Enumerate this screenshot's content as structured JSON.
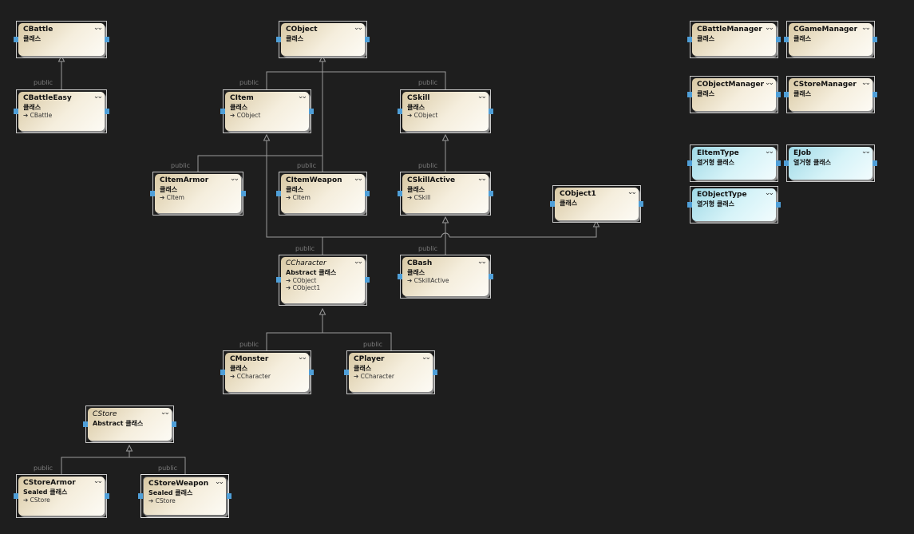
{
  "diagram": {
    "classes": [
      {
        "id": "CBattle",
        "name": "CBattle",
        "kind": "클래스",
        "bases": [],
        "abstract": false,
        "enum": false
      },
      {
        "id": "CBattleEasy",
        "name": "CBattleEasy",
        "kind": "클래스",
        "bases": [
          "CBattle"
        ],
        "abstract": false,
        "enum": false
      },
      {
        "id": "CObject",
        "name": "CObject",
        "kind": "클래스",
        "bases": [],
        "abstract": false,
        "enum": false
      },
      {
        "id": "CItem",
        "name": "CItem",
        "kind": "클래스",
        "bases": [
          "CObject"
        ],
        "abstract": false,
        "enum": false
      },
      {
        "id": "CSkill",
        "name": "CSkill",
        "kind": "클래스",
        "bases": [
          "CObject"
        ],
        "abstract": false,
        "enum": false
      },
      {
        "id": "CItemArmor",
        "name": "CItemArmor",
        "kind": "클래스",
        "bases": [
          "CItem"
        ],
        "abstract": false,
        "enum": false
      },
      {
        "id": "CItemWeapon",
        "name": "CItemWeapon",
        "kind": "클래스",
        "bases": [
          "CItem"
        ],
        "abstract": false,
        "enum": false
      },
      {
        "id": "CSkillActive",
        "name": "CSkillActive",
        "kind": "클래스",
        "bases": [
          "CSkill"
        ],
        "abstract": false,
        "enum": false
      },
      {
        "id": "CObject1",
        "name": "CObject1",
        "kind": "클래스",
        "bases": [],
        "abstract": false,
        "enum": false
      },
      {
        "id": "CCharacter",
        "name": "CCharacter",
        "kind": "Abstract 클래스",
        "bases": [
          "CObject",
          "CObject1"
        ],
        "abstract": true,
        "enum": false
      },
      {
        "id": "CBash",
        "name": "CBash",
        "kind": "클래스",
        "bases": [
          "CSkillActive"
        ],
        "abstract": false,
        "enum": false
      },
      {
        "id": "CMonster",
        "name": "CMonster",
        "kind": "클래스",
        "bases": [
          "CCharacter"
        ],
        "abstract": false,
        "enum": false
      },
      {
        "id": "CPlayer",
        "name": "CPlayer",
        "kind": "클래스",
        "bases": [
          "CCharacter"
        ],
        "abstract": false,
        "enum": false
      },
      {
        "id": "CStore",
        "name": "CStore",
        "kind": "Abstract 클래스",
        "bases": [],
        "abstract": true,
        "enum": false
      },
      {
        "id": "CStoreArmor",
        "name": "CStoreArmor",
        "kind": "Sealed 클래스",
        "bases": [
          "CStore"
        ],
        "abstract": false,
        "enum": false
      },
      {
        "id": "CStoreWeapon",
        "name": "CStoreWeapon",
        "kind": "Sealed 클래스",
        "bases": [
          "CStore"
        ],
        "abstract": false,
        "enum": false,
        "selected": true
      },
      {
        "id": "CBattleManager",
        "name": "CBattleManager",
        "kind": "클래스",
        "bases": [],
        "abstract": false,
        "enum": false
      },
      {
        "id": "CGameManager",
        "name": "CGameManager",
        "kind": "클래스",
        "bases": [],
        "abstract": false,
        "enum": false
      },
      {
        "id": "CObjectManager",
        "name": "CObjectManager",
        "kind": "클래스",
        "bases": [],
        "abstract": false,
        "enum": false
      },
      {
        "id": "CStoreManager",
        "name": "CStoreManager",
        "kind": "클래스",
        "bases": [],
        "abstract": false,
        "enum": false
      },
      {
        "id": "EItemType",
        "name": "EItemType",
        "kind": "열거형 클래스",
        "bases": [],
        "abstract": false,
        "enum": true
      },
      {
        "id": "EJob",
        "name": "EJob",
        "kind": "열거형 클래스",
        "bases": [],
        "abstract": false,
        "enum": true
      },
      {
        "id": "EObjectType",
        "name": "EObjectType",
        "kind": "열거형 클래스",
        "bases": [],
        "abstract": false,
        "enum": true
      }
    ],
    "relations": [
      {
        "label": "public",
        "from": "CBattleEasy",
        "to": "CBattle"
      },
      {
        "label": "public",
        "from": "CItem",
        "to": "CObject"
      },
      {
        "label": "public",
        "from": "CSkill",
        "to": "CObject"
      },
      {
        "label": "public",
        "from": "CItemArmor",
        "to": "CItem"
      },
      {
        "label": "public",
        "from": "CItemWeapon",
        "to": "CItem"
      },
      {
        "label": "public",
        "from": "CSkillActive",
        "to": "CSkill"
      },
      {
        "label": "public",
        "from": "CCharacter",
        "to": "CObject"
      },
      {
        "label": "public",
        "from": "CBash",
        "to": "CSkillActive"
      },
      {
        "label": "public",
        "from": "CMonster",
        "to": "CCharacter"
      },
      {
        "label": "public",
        "from": "CPlayer",
        "to": "CCharacter"
      },
      {
        "label": "public",
        "from": "CStoreArmor",
        "to": "CStore"
      },
      {
        "label": "public",
        "from": "CStoreWeapon",
        "to": "CStore"
      }
    ],
    "icons": {
      "collapse": "double-chevron-down-icon",
      "inherit": "arrow-right-icon"
    },
    "colors": {
      "background": "#1e1e1e",
      "class_fill": "#f5eedd",
      "enum_fill": "#d6f3f8",
      "connector": "#9a9a9a",
      "port": "#4f9fd8"
    }
  }
}
